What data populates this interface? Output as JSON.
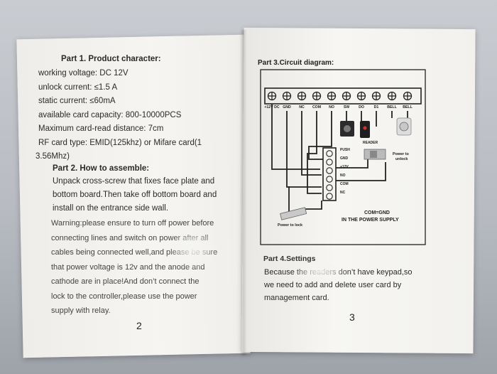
{
  "left_page": {
    "part1_heading": "Part 1. Product character:",
    "specs": [
      "working voltage: DC 12V",
      "unlock current: ≤1.5 A",
      "static current: ≤60mA",
      "available card capacity: 800-10000PCS",
      "Maximum card-read distance: 7cm",
      "RF card type: EMID(125khz) or Mifare card(1",
      "3.56Mhz)"
    ],
    "part2_heading": "Part 2. How to assemble:",
    "part2_lines": [
      "Unpack cross-screw that fixes face plate and",
      "bottom board.Then take off bottom board and",
      "install on the entrance side wall."
    ],
    "warning_lines": [
      "Warning:please ensure to turn off power before",
      "connecting lines and switch on power after all",
      "cables being connected well,and please be sure",
      "that power voltage is 12v and the anode and",
      "cathode are in place!And don’t connect the",
      "lock to the controller,please use the power",
      "supply with relay."
    ],
    "page_number": "2"
  },
  "right_page": {
    "part3_heading": "Part 3.Circuit diagram:",
    "terminal_labels": [
      "+12V DC",
      "GND",
      "NC",
      "COM",
      "NO",
      "SW",
      "DO",
      "D1",
      "BELL",
      "BELL"
    ],
    "connector_labels": [
      "PUSH",
      "GND",
      "+12V",
      "NO",
      "COM",
      "NC"
    ],
    "reader_label": "READER",
    "power_to_unlock": [
      "Power to",
      "unlock"
    ],
    "power_to_lock": "Power to lock",
    "com_gnd": [
      "COM=GND",
      "IN THE POWER SUPPLY"
    ],
    "part4_heading": "Part 4.Settings",
    "part4_lines": [
      "Because the readers don’t have keypad,so",
      "we need to add and delete user card by",
      "management card."
    ],
    "page_number": "3"
  }
}
